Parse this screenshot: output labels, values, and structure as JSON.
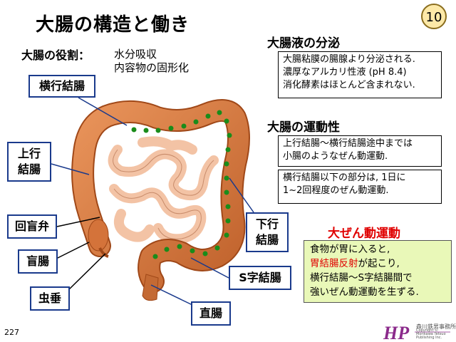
{
  "title": "大腸の構造と働き",
  "page_number": "10",
  "role": {
    "label": "大腸の役割：",
    "lines": [
      "水分吸収",
      "内容物の固形化"
    ]
  },
  "sections": {
    "secretion": {
      "heading": "大腸液の分泌",
      "lines": [
        "大腸粘膜の腸腺より分泌される.",
        "濃厚なアルカリ性液 (pH 8.4)",
        "消化酵素はほとんど含まれない."
      ]
    },
    "motility": {
      "heading": "大腸の運動性",
      "box_a": [
        "上行結腸～横行結腸途中までは",
        "小腸のようなぜん動運動."
      ],
      "box_b": [
        "横行結腸以下の部分は, 1日に",
        "1~2回程度のぜん動運動."
      ]
    },
    "mass_movement": {
      "heading": "大ぜん動運動",
      "line1": "食物が胃に入ると,",
      "line2_red": "胃結腸反射",
      "line2_rest": "が起こり,",
      "line3": "横行結腸～S字結腸間で",
      "line4": "強いぜん動運動を生ずる."
    }
  },
  "labels": {
    "transverse": "横行結腸",
    "ascending_1": "上行",
    "ascending_2": "結腸",
    "valve": "回盲弁",
    "cecum": "盲腸",
    "appendix": "虫垂",
    "descending_1": "下行",
    "descending_2": "結腸",
    "sigmoid": "S字結腸",
    "rectum": "直腸"
  },
  "footer": {
    "page": "227",
    "publisher": "森川鉄男事務所",
    "copyright": "Copyright © Morikawa Tetsuo Publishing Inc."
  },
  "colors": {
    "colon": "#d4733a",
    "colon_dark": "#a04818",
    "intestine": "#f3c3a5",
    "dot": "#1a8c1a",
    "label_border": "#1a3a8c",
    "accent_red": "#e00000",
    "box_green": "#e9f8b8"
  }
}
